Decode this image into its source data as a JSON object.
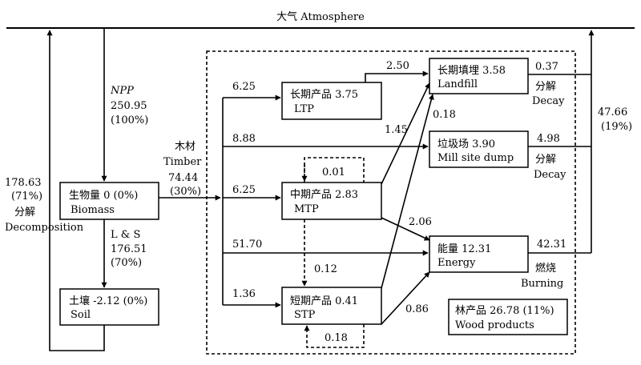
{
  "atmosphere": "大气 Atmosphere",
  "nodes": {
    "biomass": {
      "zh": "生物量 0 (0%)",
      "en": "Biomass"
    },
    "soil": {
      "zh": "土壤 -2.12 (0%)",
      "en": "Soil"
    },
    "ltp": {
      "zh": "长期产品 3.75",
      "en": "LTP"
    },
    "mtp": {
      "zh": "中期产品 2.83",
      "en": "MTP"
    },
    "stp": {
      "zh": "短期产品 0.41",
      "en": "STP"
    },
    "landfill": {
      "zh": "长期填埋 3.58",
      "en": "Landfill"
    },
    "dump": {
      "zh": "垃圾场 3.90",
      "en": "Mill site dump"
    },
    "energy": {
      "zh": "能量 12.31",
      "en": "Energy"
    },
    "wood": {
      "zh": "林产品 26.78 (11%)",
      "en": "Wood products"
    }
  },
  "flows": {
    "npp": {
      "name": "NPP",
      "value": "250.95",
      "pct": "(100%)"
    },
    "decomposition": {
      "value": "178.63",
      "pct": "(71%)",
      "zh": "分解",
      "en": "Decomposition"
    },
    "ls": {
      "name": "L & S",
      "value": "176.51",
      "pct": "(70%)"
    },
    "timber": {
      "zh": "木材",
      "en": "Timber",
      "value": "74.44",
      "pct": "(30%)"
    },
    "to_ltp": "6.25",
    "to_dump": "8.88",
    "to_mtp": "6.25",
    "to_energy": "51.70",
    "to_stp": "1.36",
    "ltp_landfill": "2.50",
    "mtp_landfill": "1.45",
    "stp_landfill": "0.18",
    "mtp_self": "0.01",
    "mtp_energy": "2.06",
    "mtp_stp": "0.12",
    "stp_energy": "0.86",
    "stp_self": "0.18",
    "landfill_decay": {
      "value": "0.37",
      "zh": "分解",
      "en": "Decay"
    },
    "dump_decay": {
      "value": "4.98",
      "zh": "分解",
      "en": "Decay"
    },
    "burning": {
      "value": "42.31",
      "zh": "燃烧",
      "en": "Burning"
    },
    "to_atmosphere": {
      "value": "47.66",
      "pct": "(19%)"
    }
  }
}
